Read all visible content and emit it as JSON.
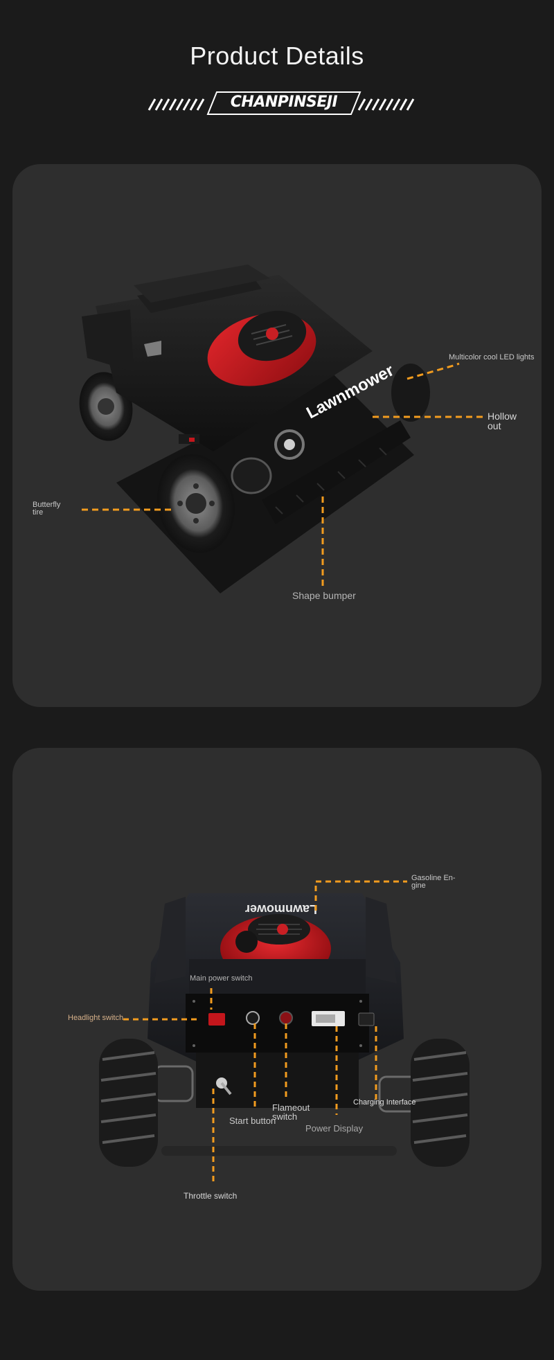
{
  "header": {
    "title": "Product Details",
    "banner_text": "CHANPINSEJI"
  },
  "panel_top": {
    "machine_logo": "Lawnmower",
    "callouts": {
      "led_lights": "Multicolor cool LED lights",
      "hollow_out": "Hollow out",
      "butterfly_tire": "Butterfly tire",
      "shape_bumper": "Shape bumper"
    }
  },
  "panel_bottom": {
    "machine_logo": "Lawnmower",
    "callouts": {
      "gasoline_engine": "Gasoline En- gine",
      "main_power_switch": "Main power switch",
      "headlight_switch": "Headlight switch",
      "flameout_switch": "Flameout switch",
      "charging_interface": "Charging Interface",
      "start_button": "Start button",
      "power_display": "Power Display",
      "throttle_switch": "Throttle switch"
    }
  },
  "colors": {
    "background": "#1b1b1b",
    "panel": "#2e2e2e",
    "callout_line": "#f29c1f",
    "engine_red": "#c4161c"
  }
}
